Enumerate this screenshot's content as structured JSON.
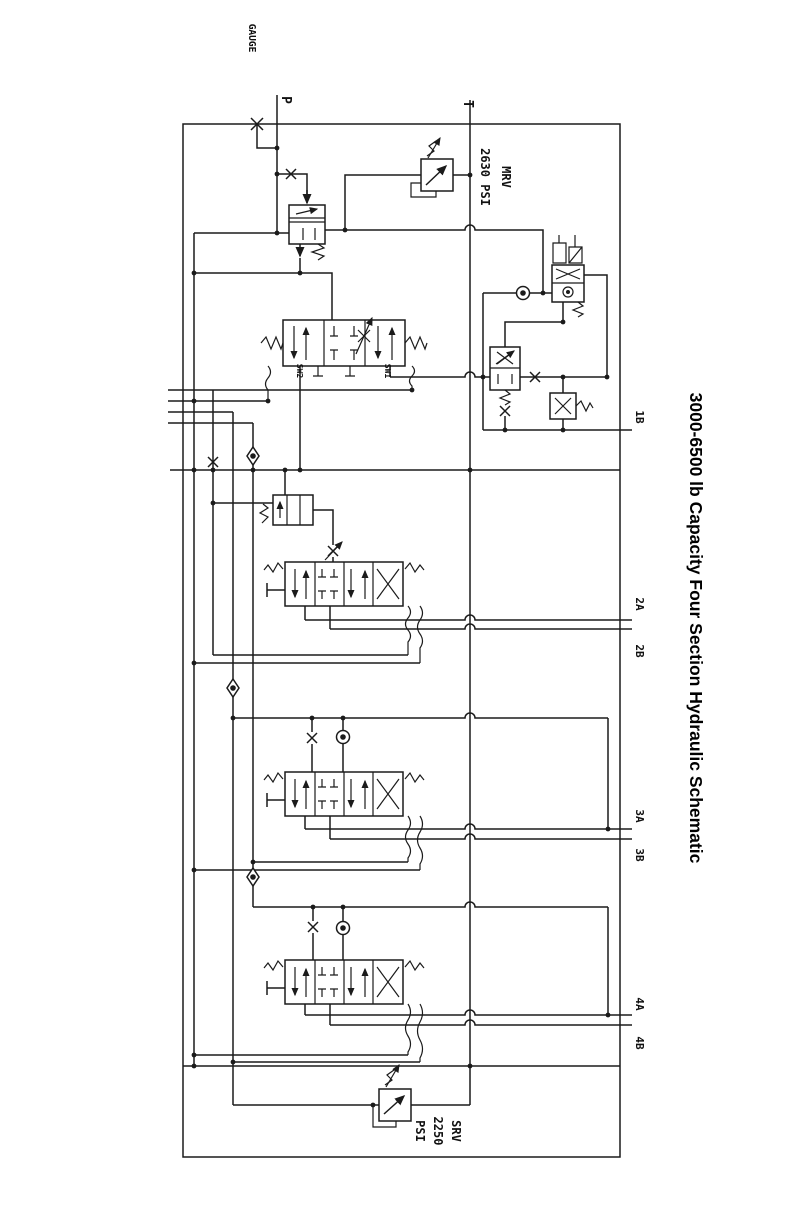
{
  "title": "3000-6500 lb Capacity Four Section Hydraulic Schematic",
  "colors": {
    "line": "#1b1b1b",
    "background": "#ffffff"
  },
  "labels": {
    "gauge": "GAUGE",
    "pump_port": "P",
    "tank_port": "T",
    "mrv_name": "MRV",
    "mrv_pressure": "2630 PSI",
    "srv_name": "SRV",
    "srv_pressure": "2250",
    "srv_unit": "PSI",
    "sw2": "SW2",
    "sw1": "SW1",
    "port_1b": "1B",
    "port_2a": "2A",
    "port_2b": "2B",
    "port_3a": "3A",
    "port_3b": "3B",
    "port_4a": "4A",
    "port_4b": "4B"
  }
}
